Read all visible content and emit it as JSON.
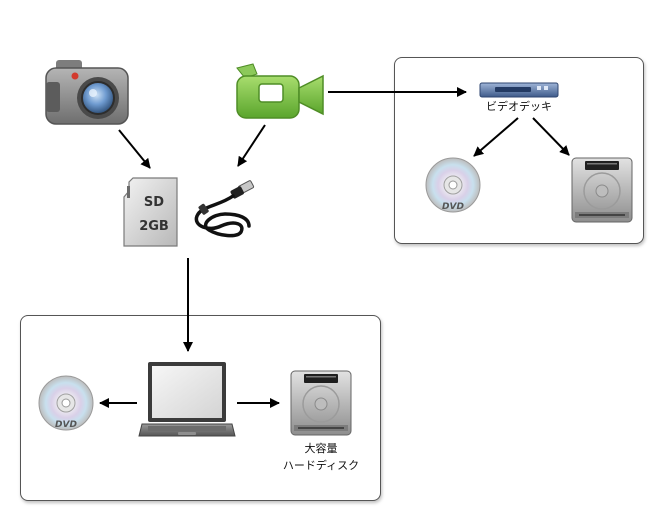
{
  "sd_card": {
    "line1": "SD",
    "line2": "2GB"
  },
  "video_deck": {
    "label": "ビデオデッキ"
  },
  "dvd": {
    "text": "DVD"
  },
  "large_hdd": {
    "line1": "大容量",
    "line2": "ハードディスク"
  },
  "colors": {
    "camcorder_green": "#7dc242",
    "camera_gray": "#8a8a8a",
    "camera_lens_blue": "#5a8fc4",
    "deck_blue": "#5c7aa8",
    "arrow": "#000000",
    "box_border": "#555555"
  },
  "icons": [
    "camera-icon",
    "camcorder-icon",
    "sd-card-icon",
    "usb-cable-icon",
    "video-deck-icon",
    "dvd-icon",
    "hard-drive-icon",
    "laptop-icon"
  ]
}
